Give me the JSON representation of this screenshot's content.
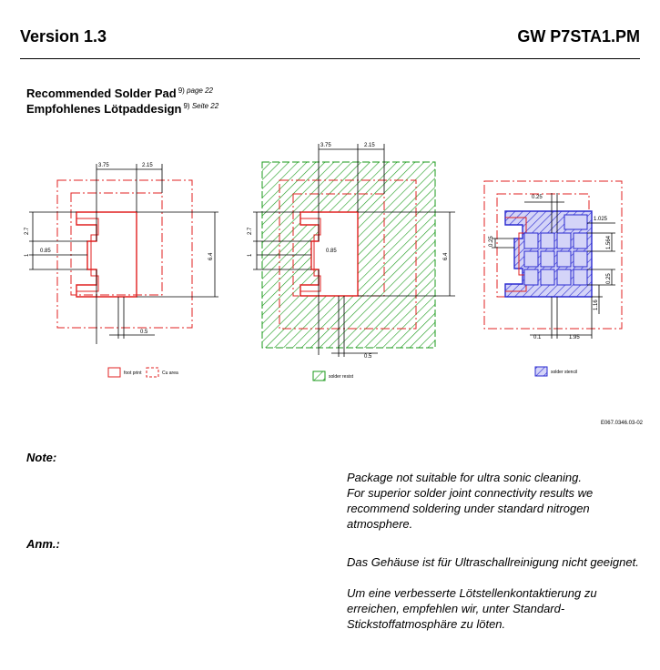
{
  "header": {
    "version": "Version 1.3",
    "part": "GW P7STA1.PM"
  },
  "titles": {
    "en": {
      "text": "Recommended Solder Pad",
      "ref_num": "9)",
      "ref_page": "page 22"
    },
    "de": {
      "text": "Empfohlenes Lötpaddesign",
      "ref_num": "9)",
      "ref_page": "Seite 22"
    }
  },
  "drawing": {
    "left": {
      "dims": {
        "top_a": "3.75",
        "top_b": "2.15",
        "left_outer": "2.7",
        "left_inner": "1",
        "gap": "0.85",
        "right": "6.4",
        "bottom": "0.5"
      },
      "legend": {
        "foot": "foot print",
        "cu": "Cu area"
      }
    },
    "middle": {
      "dims": {
        "top_a": "3.75",
        "top_b": "2.15",
        "left_outer": "2.7",
        "left_inner": "1",
        "gap": "0.85",
        "right": "6.4",
        "bottom": "0.5"
      },
      "legend": {
        "resist": "solder resist"
      }
    },
    "right": {
      "dims": {
        "top": "0.25",
        "right_top": "1.025",
        "left": "0.25",
        "right_mid": "1.564",
        "right_low": "0.25",
        "right_bot": "1.16",
        "bottom_a": "0.1",
        "bottom_b": "1.95"
      },
      "legend": {
        "stencil": "solder stencil"
      }
    },
    "code": "E067.0346.03-02"
  },
  "notes": {
    "en_label": "Note:",
    "en_p1": "Package not suitable for ultra sonic cleaning.",
    "en_p2": "For superior solder joint connectivity results we recommend soldering under standard nitrogen atmosphere.",
    "de_label": "Anm.:",
    "de_p1": "Das Gehäuse ist für Ultraschallreinigung nicht geeignet.",
    "de_p2": "Um eine verbesserte Lötstellenkontaktierung zu erreichen, empfehlen wir, unter Standard-Stickstoffatmosphäre zu löten."
  },
  "colors": {
    "red": "#e02020",
    "green": "#1a9a1a",
    "blue": "#2a2ad0",
    "fill_blue": "#d4d4f8"
  }
}
